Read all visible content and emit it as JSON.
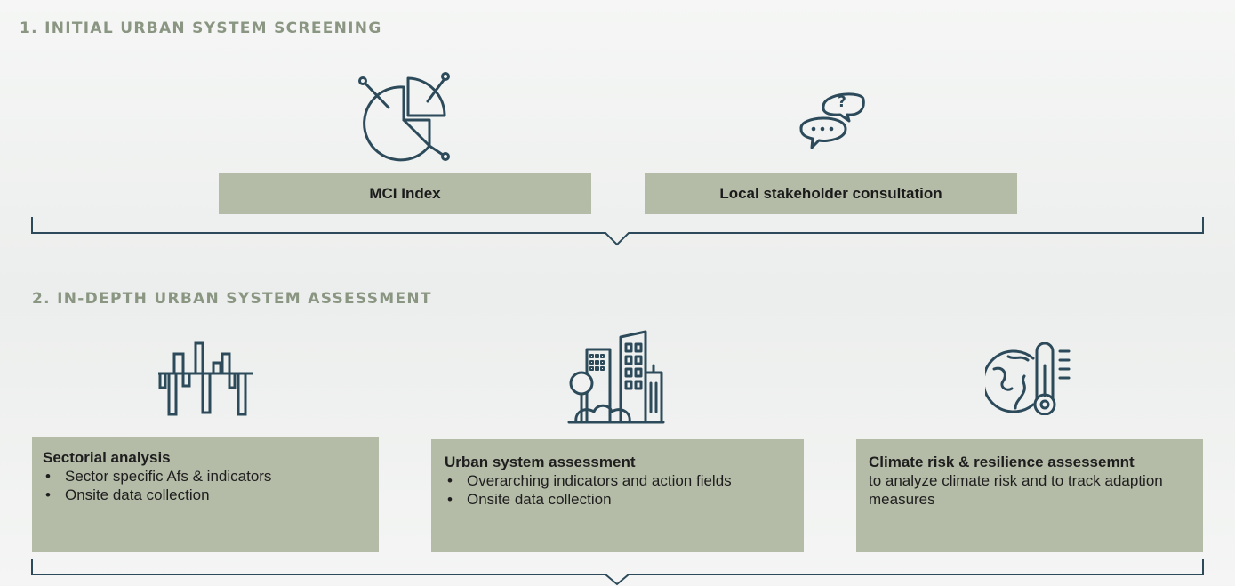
{
  "section1": {
    "heading": "1. INITIAL URBAN SYSTEM SCREENING",
    "items": [
      {
        "label": "MCI Index",
        "icon": "pie-chart-icon"
      },
      {
        "label": "Local stakeholder consultation",
        "icon": "speech-bubbles-icon"
      }
    ]
  },
  "section2": {
    "heading": "2. IN-DEPTH URBAN SYSTEM ASSESSMENT",
    "cards": [
      {
        "title": "Sectorial analysis",
        "icon": "waveform-chart-icon",
        "bullets": [
          "Sector specific Afs & indicators",
          "Onsite data collection"
        ]
      },
      {
        "title": "Urban system assessment",
        "icon": "city-buildings-icon",
        "bullets": [
          "Overarching indicators and action fields",
          "Onsite data collection"
        ]
      },
      {
        "title": "Climate risk & resilience assessemnt",
        "icon": "globe-thermometer-icon",
        "description": "to analyze climate risk and to track adaption measures"
      }
    ]
  },
  "bullet_symbol": "•",
  "colors": {
    "heading": "#8a9682",
    "box": "#b4bca7",
    "icon_stroke": "#2c4a5a",
    "bracket": "#2c4a5a"
  }
}
